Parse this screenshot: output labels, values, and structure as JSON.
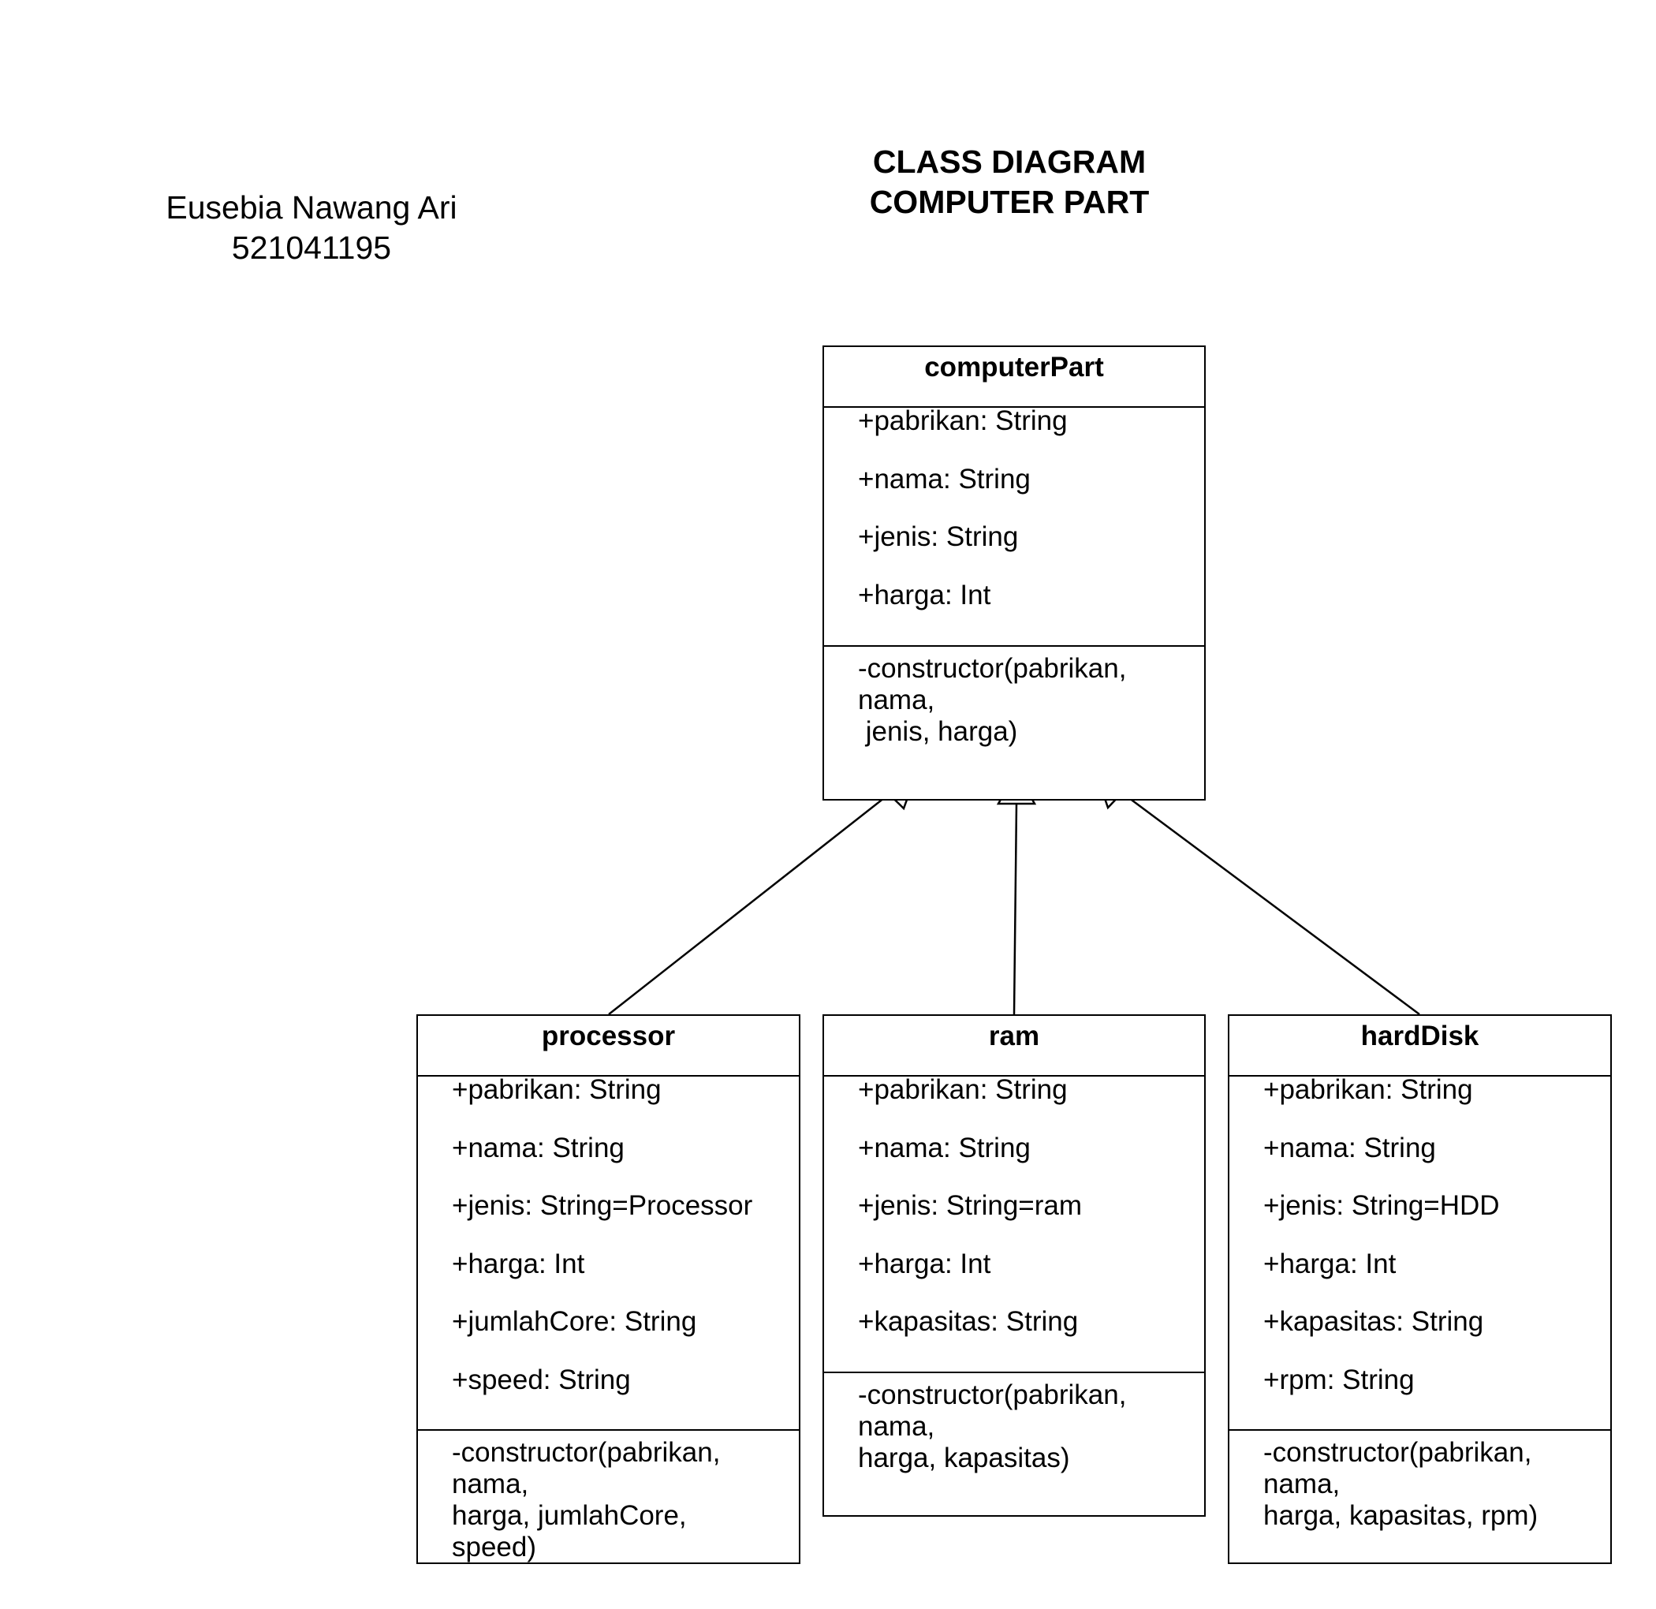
{
  "author": {
    "name": "Eusebia Nawang Ari",
    "id": "521041195"
  },
  "title": {
    "line1": "CLASS DIAGRAM",
    "line2": "COMPUTER PART"
  },
  "classes": {
    "computerPart": {
      "name": "computerPart",
      "attributes": [
        "+pabrikan: String",
        "+nama: String",
        "+jenis: String",
        "+harga: Int"
      ],
      "operations": [
        "-constructor(pabrikan,",
        "nama,",
        " jenis, harga)"
      ]
    },
    "processor": {
      "name": "processor",
      "attributes": [
        "+pabrikan: String",
        "+nama: String",
        "+jenis: String=Processor",
        "+harga: Int",
        "+jumlahCore: String",
        "+speed: String"
      ],
      "operations": [
        "-constructor(pabrikan,",
        "nama,",
        "harga, jumlahCore,",
        "speed)"
      ]
    },
    "ram": {
      "name": "ram",
      "attributes": [
        "+pabrikan: String",
        "+nama: String",
        "+jenis: String=ram",
        "+harga: Int",
        "+kapasitas: String"
      ],
      "operations": [
        "-constructor(pabrikan,",
        "nama,",
        "harga, kapasitas)"
      ]
    },
    "hardDisk": {
      "name": "hardDisk",
      "attributes": [
        "+pabrikan: String",
        "+nama: String",
        "+jenis: String=HDD",
        "+harga: Int",
        "+kapasitas: String",
        "+rpm: String"
      ],
      "operations": [
        "-constructor(pabrikan,",
        "nama,",
        "harga, kapasitas, rpm)"
      ]
    }
  },
  "relationships": [
    {
      "from": "processor",
      "to": "computerPart",
      "type": "generalization"
    },
    {
      "from": "ram",
      "to": "computerPart",
      "type": "generalization"
    },
    {
      "from": "hardDisk",
      "to": "computerPart",
      "type": "generalization"
    }
  ]
}
